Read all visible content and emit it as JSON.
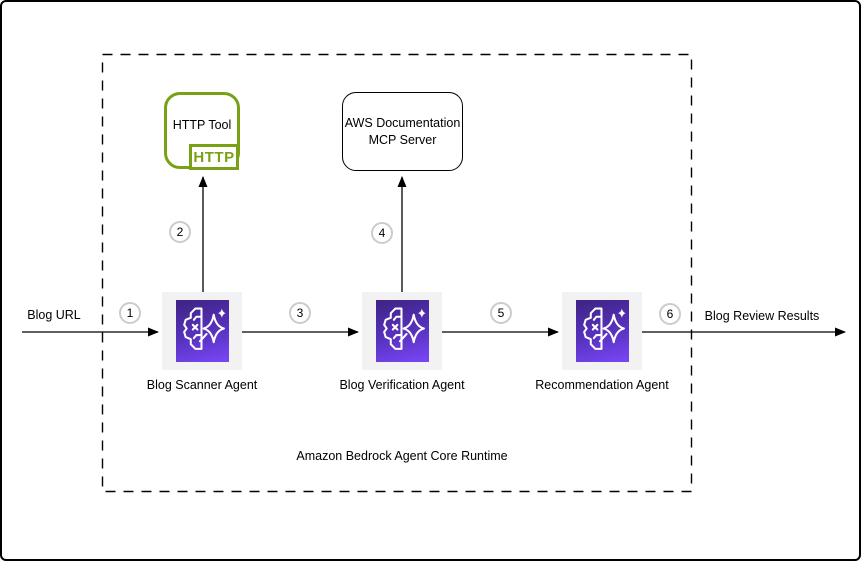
{
  "diagram": {
    "runtime": {
      "label": "Amazon Bedrock Agent Core Runtime"
    },
    "io": {
      "input_label": "Blog URL",
      "output_label": "Blog Review Results"
    },
    "nodes": {
      "http_tool": {
        "title": "HTTP Tool",
        "badge": "HTTP"
      },
      "mcp_server": {
        "line1": "AWS Documentation",
        "line2": "MCP Server"
      },
      "scanner": {
        "label": "Blog Scanner Agent"
      },
      "verification": {
        "label": "Blog Verification Agent"
      },
      "recommendation": {
        "label": "Recommendation Agent"
      }
    },
    "steps": [
      "1",
      "2",
      "3",
      "4",
      "5",
      "6"
    ],
    "icons": {
      "agent": "bedrock-agent-icon (brain + sparkle on purple gradient square)",
      "http_badge": "http-protocol-badge"
    },
    "colors": {
      "tool_green": "#7aa116",
      "agent_gradient_top": "#3e2382",
      "agent_gradient_bottom": "#7a47f7",
      "agent_tile_bg": "#f2f2f3",
      "connector": "#000000",
      "step_circle_border": "#cccccc"
    }
  }
}
